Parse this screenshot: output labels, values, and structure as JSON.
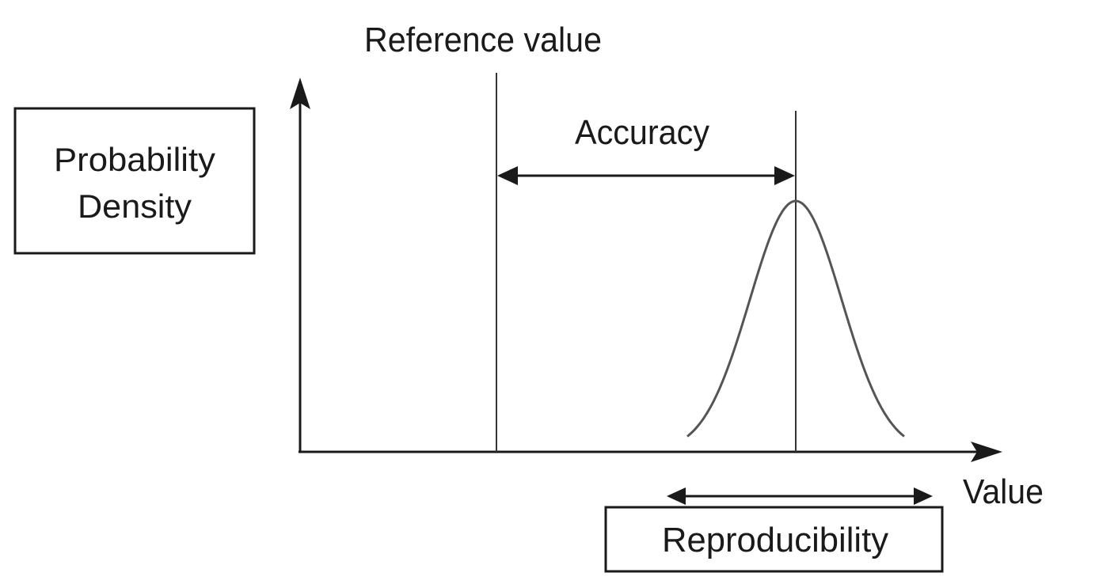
{
  "labels": {
    "reference_value": "Reference value",
    "accuracy": "Accuracy",
    "y_axis_line1": "Probability",
    "y_axis_line2": "Density",
    "x_axis": "Value",
    "reproducibility": "Reproducibility"
  },
  "colors": {
    "ink": "#1a1a1a",
    "curve": "#555555"
  }
}
